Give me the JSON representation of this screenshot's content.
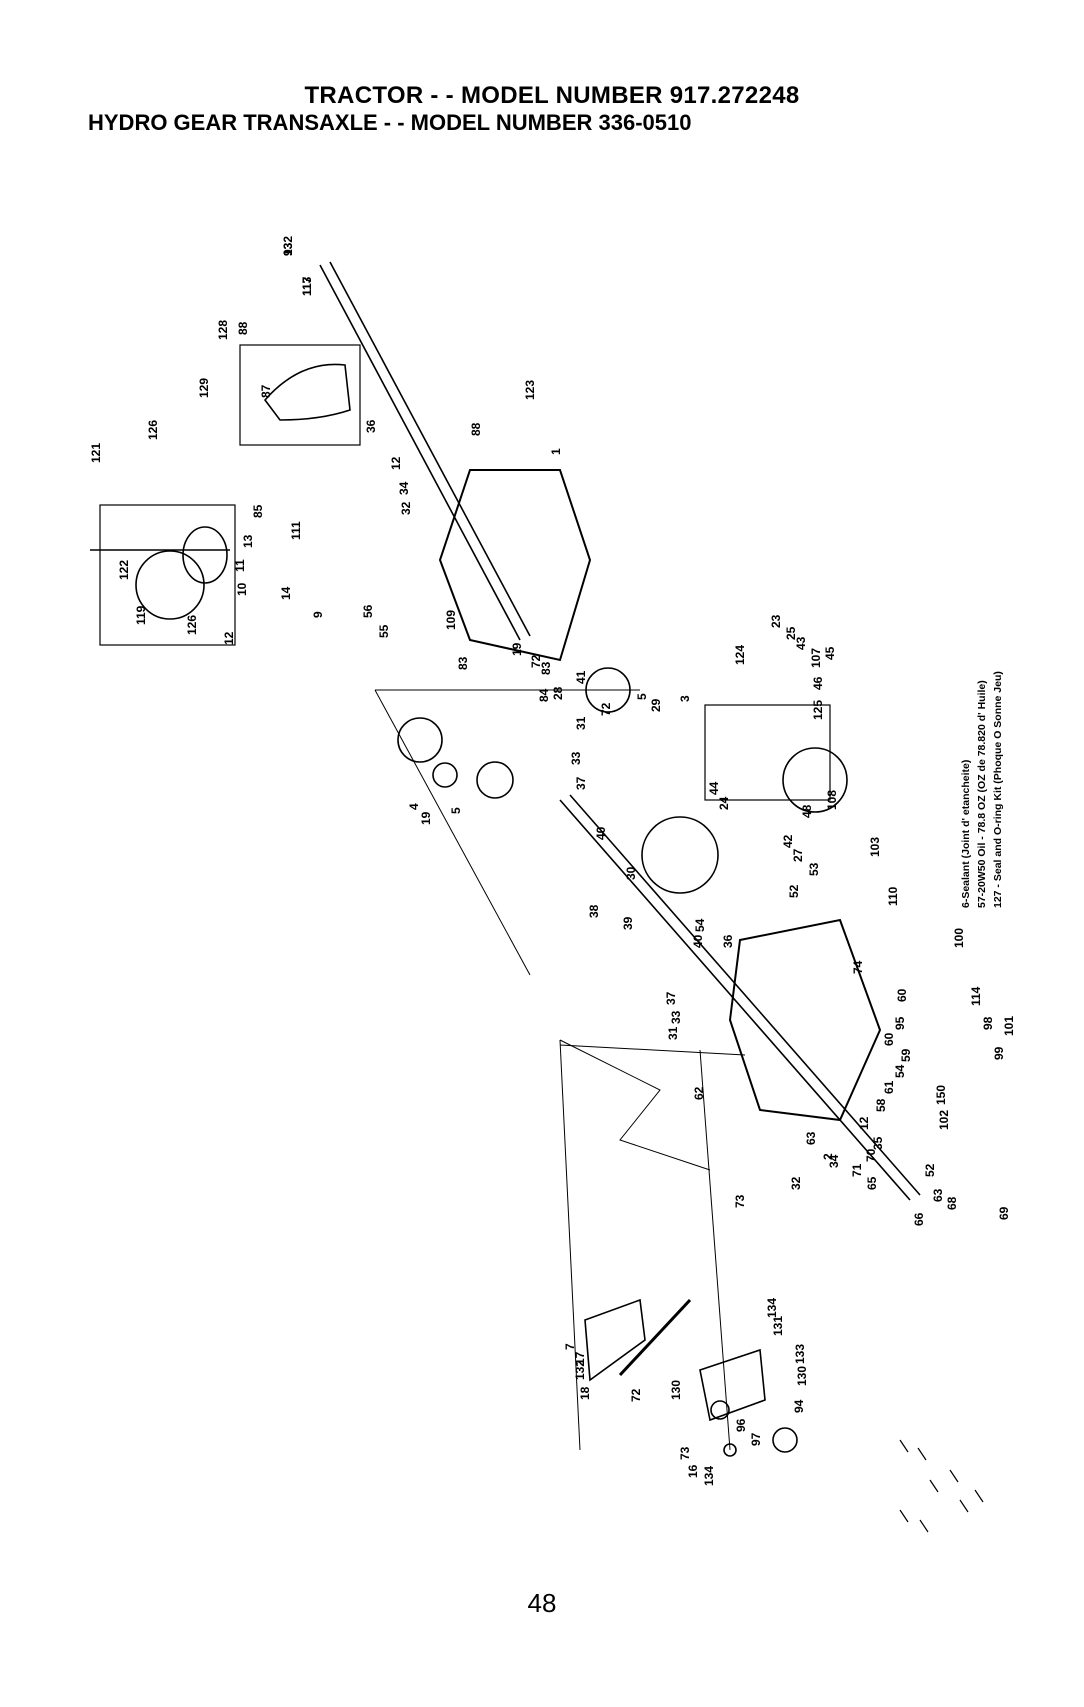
{
  "header": {
    "title_line1": "TRACTOR - - MODEL NUMBER 917.272248",
    "title_line2": "HYDRO GEAR TRANSAXLE - - MODEL NUMBER 336-0510"
  },
  "notes": [
    "6-Sealant (Joint d' etancheite)",
    "57-20W50 Oil - 78.8 OZ (OZ de 78.820 d' Huile)",
    "127 - Seal and O-ring Kit (Phoque O Sonne Jeu)"
  ],
  "callouts": [
    "93",
    "113",
    "128",
    "88",
    "87",
    "129",
    "121",
    "126",
    "36",
    "123",
    "88",
    "12",
    "34",
    "32",
    "1",
    "122",
    "85",
    "111",
    "119",
    "13",
    "11",
    "10",
    "14",
    "126",
    "12",
    "9",
    "56",
    "55",
    "109",
    "83",
    "19",
    "83",
    "72",
    "84",
    "28",
    "41",
    "72",
    "124",
    "23",
    "25",
    "43",
    "107",
    "45",
    "46",
    "5",
    "3",
    "29",
    "31",
    "33",
    "37",
    "4",
    "19",
    "5",
    "125",
    "108",
    "44",
    "24",
    "40",
    "30",
    "48",
    "42",
    "27",
    "53",
    "52",
    "103",
    "110",
    "38",
    "39",
    "54",
    "40",
    "36",
    "37",
    "33",
    "31",
    "74",
    "60",
    "100",
    "114",
    "98",
    "101",
    "99",
    "95",
    "60",
    "59",
    "54",
    "61",
    "58",
    "150",
    "102",
    "62",
    "63",
    "2",
    "32",
    "34",
    "12",
    "35",
    "70",
    "71",
    "65",
    "52",
    "63",
    "68",
    "66",
    "69",
    "73",
    "7",
    "17",
    "132",
    "134",
    "131",
    "18",
    "72",
    "130",
    "133",
    "130",
    "94",
    "96",
    "97",
    "73",
    "16",
    "134",
    "132",
    "117"
  ],
  "page": {
    "number": "48"
  }
}
